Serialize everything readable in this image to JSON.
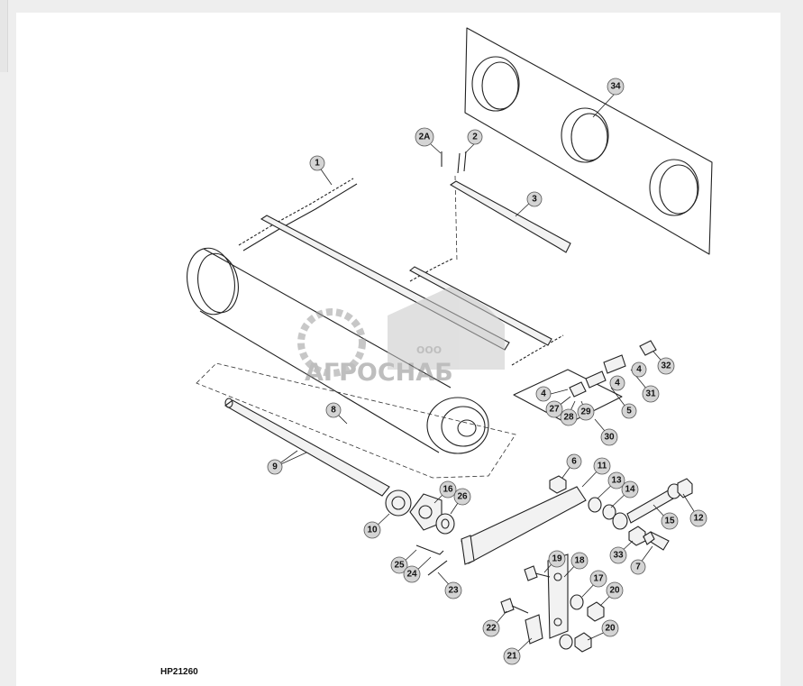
{
  "figure_id": "HP21260",
  "watermark": {
    "prefix": "ООО",
    "name": "АГРОСНАБ"
  },
  "callouts": [
    "1",
    "2A",
    "2",
    "3",
    "34",
    "4",
    "32",
    "4",
    "31",
    "4",
    "27",
    "28",
    "29",
    "5",
    "30",
    "8",
    "9",
    "6",
    "11",
    "13",
    "14",
    "15",
    "12",
    "10",
    "16",
    "26",
    "33",
    "7",
    "25",
    "24",
    "23",
    "19",
    "18",
    "17",
    "20",
    "22",
    "20",
    "21"
  ]
}
